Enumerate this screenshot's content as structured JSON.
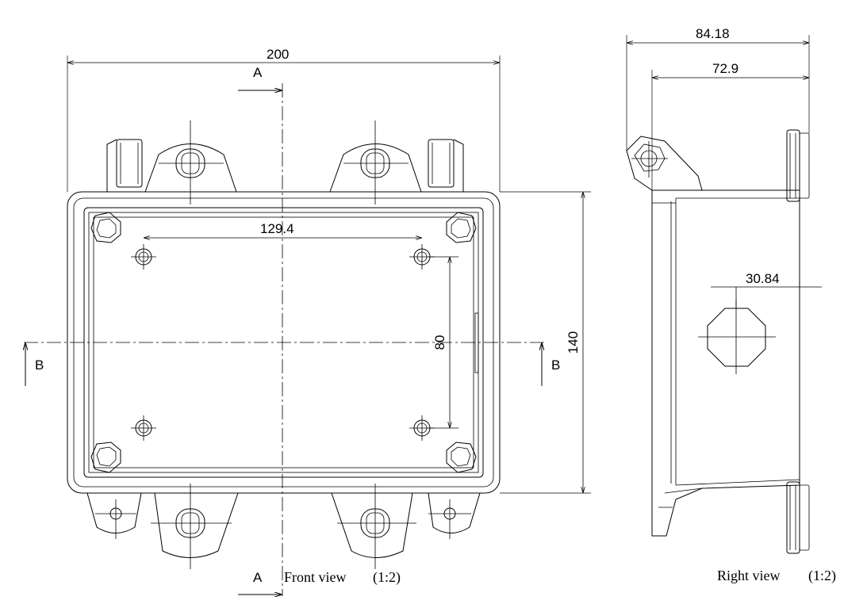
{
  "front_view": {
    "caption": "Front view",
    "scale": "(1:2)",
    "dimensions": {
      "width": "200",
      "height": "140",
      "hole_spacing_x": "129.4",
      "hole_spacing_y": "80"
    },
    "section_marks": {
      "a_top": "A",
      "a_bottom": "A",
      "b_left": "B",
      "b_right": "B"
    }
  },
  "right_view": {
    "caption": "Right view",
    "scale": "(1:2)",
    "dimensions": {
      "overall_depth": "84.18",
      "body_depth": "72.9",
      "port_size": "30.84"
    }
  }
}
